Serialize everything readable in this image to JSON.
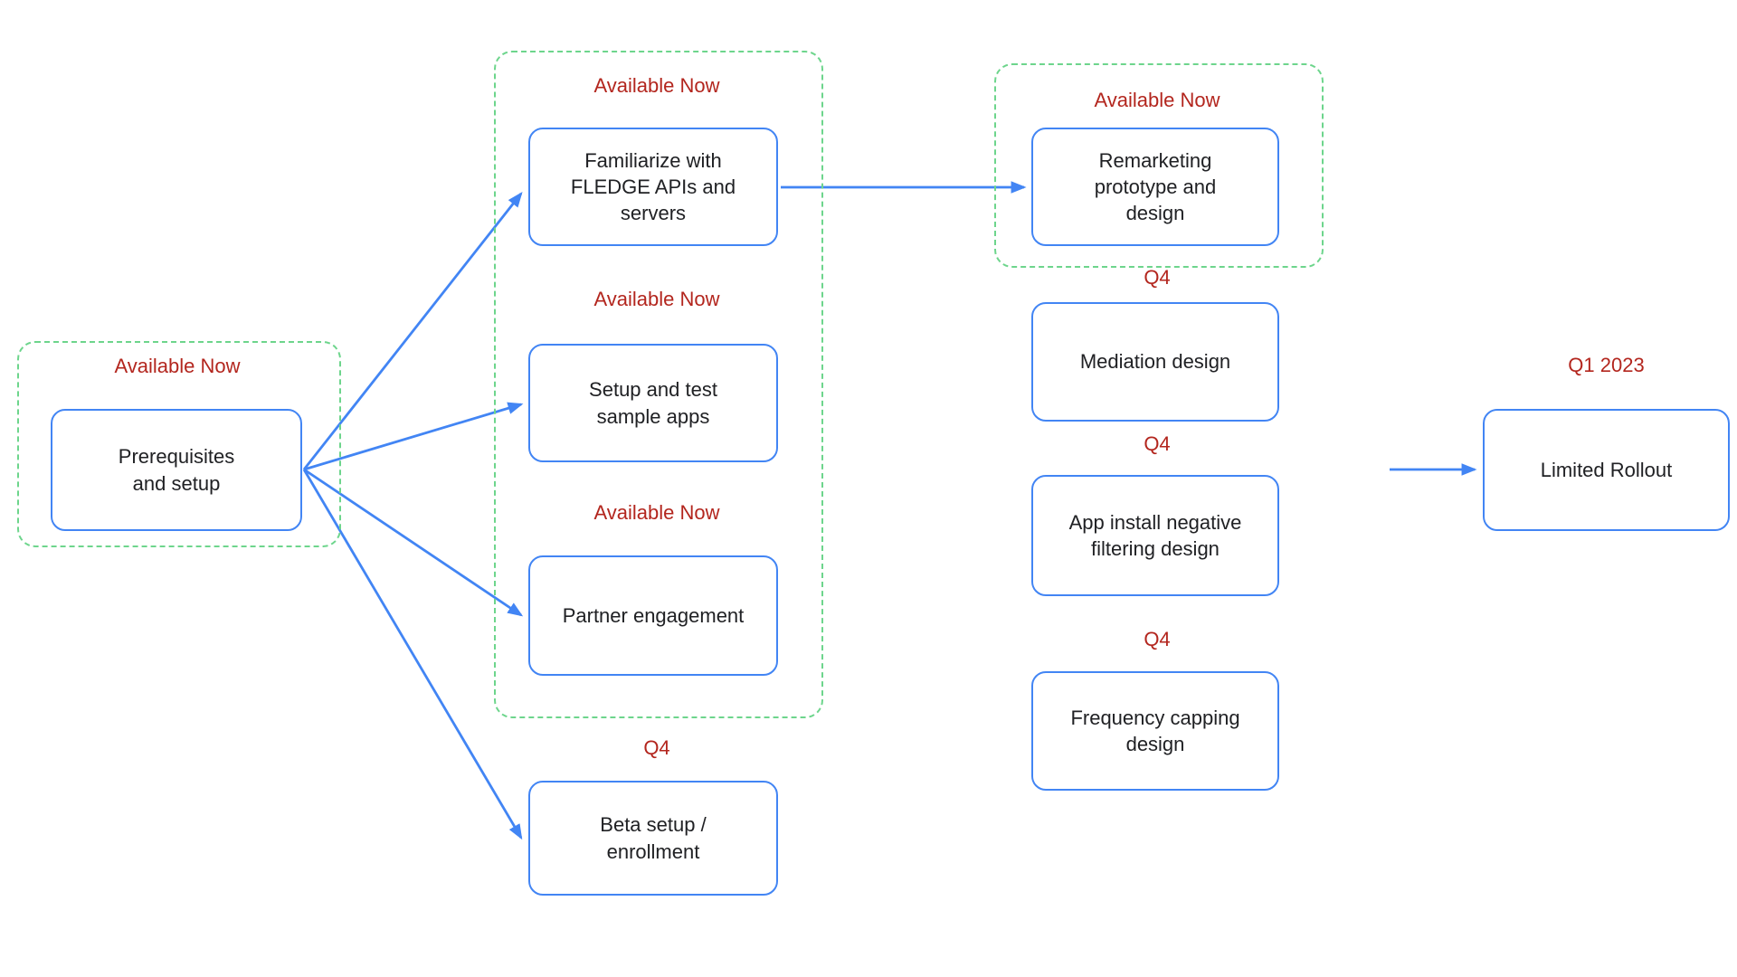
{
  "diagram": {
    "colors": {
      "box_border": "#4285f4",
      "arrow": "#4285f4",
      "group_border": "#6dd58c",
      "label": "#b3261e",
      "text": "#202124"
    },
    "badges": {
      "prerequisites": "Available Now",
      "familiarize": "Available Now",
      "setup_test": "Available Now",
      "partner": "Available Now",
      "beta": "Q4",
      "remarketing": "Available Now",
      "mediation": "Q4",
      "app_install": "Q4",
      "frequency": "Q4",
      "limited_rollout": "Q1 2023"
    },
    "nodes": {
      "prerequisites": "Prerequisites\nand setup",
      "familiarize": "Familiarize with\nFLEDGE APIs and\nservers",
      "setup_test": "Setup and test\nsample apps",
      "partner": "Partner engagement",
      "beta": "Beta setup /\nenrollment",
      "remarketing": "Remarketing\nprototype and\ndesign",
      "mediation": "Mediation design",
      "app_install": "App install negative\nfiltering design",
      "frequency": "Frequency capping\ndesign",
      "limited_rollout": "Limited Rollout"
    }
  }
}
